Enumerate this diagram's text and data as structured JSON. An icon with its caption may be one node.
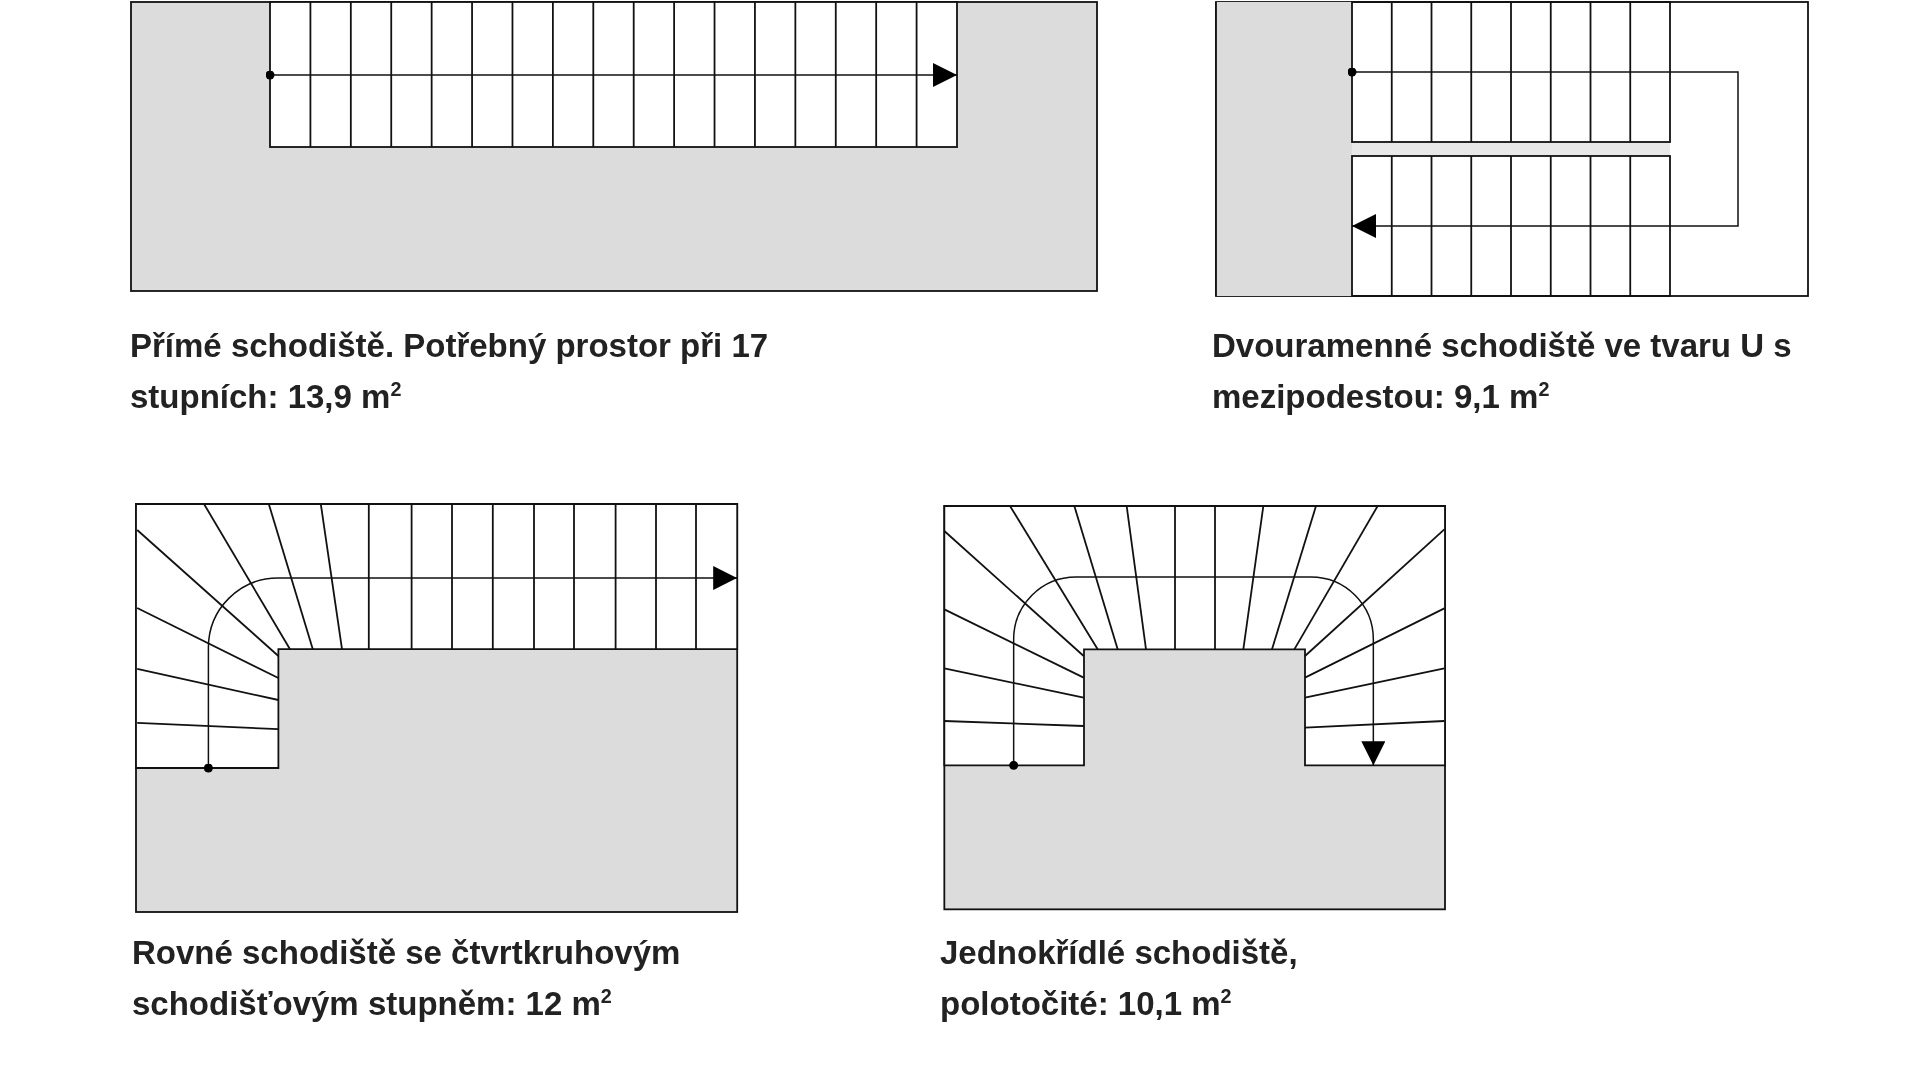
{
  "diagram": {
    "nodes": [
      {
        "text": [
          "Přímé schodiště. Potřebný prostor při 17 stupních: 13,9 m$^{2}$"
        ]
      },
      {
        "text": [
          "Dvouramenné schodiště ve tvaru U s mezipodestou: 9,1 m$^{2}$"
        ]
      },
      {
        "text": [
          "Rovné schodiště se čtvrtkruhovým schodišťovým stupněm: 12 m$^{2}$"
        ]
      },
      {
        "text": [
          "Jednokřídlé schodiště, polotočité: 10,1 m$^{2}$"
        ]
      }
    ]
  }
}
